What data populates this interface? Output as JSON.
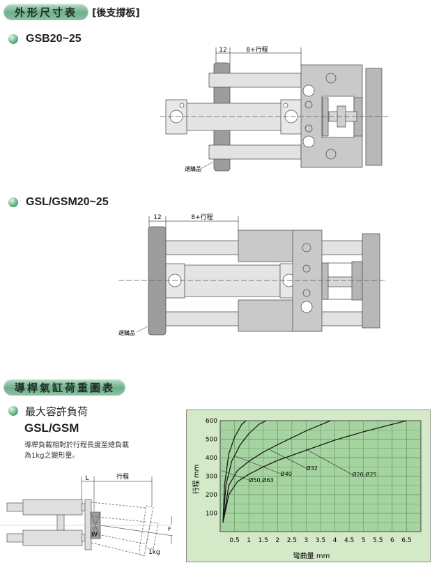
{
  "section1": {
    "title": "外形尺寸表",
    "subtitle": "[後支撐板]"
  },
  "model1": {
    "name": "GSB20~25",
    "dim_a": "12",
    "dim_b": "8+行程",
    "option_label": "選購品"
  },
  "model2": {
    "name": "GSL/GSM20~25",
    "dim_a": "12",
    "dim_b": "8+行程",
    "option_label": "選購品"
  },
  "section2": {
    "title": "導桿氣缸荷重圖表"
  },
  "load": {
    "heading": "最大容許負荷",
    "model": "GSL/GSM",
    "desc_line1": "導桿負載相對於行程長度至總負載",
    "desc_line2": "為1kg之變形量。"
  },
  "diagram": {
    "label_l": "L",
    "label_stroke": "行程",
    "label_w": "W",
    "label_f": "F",
    "label_load": "1kg"
  },
  "chart_data": {
    "type": "line",
    "xlabel": "彎曲量 mm",
    "ylabel": "行程 mm",
    "xlim": [
      0,
      7
    ],
    "ylim": [
      0,
      600
    ],
    "xticks": [
      "0.5",
      "1",
      "1.5",
      "2",
      "2.5",
      "3",
      "3.5",
      "4",
      "4.5",
      "5",
      "5.5",
      "6",
      "6.5"
    ],
    "yticks": [
      "100",
      "200",
      "300",
      "400",
      "500",
      "600"
    ],
    "grid": true,
    "series": [
      {
        "name": "Ø20,Ø25",
        "points": [
          [
            0.1,
            50
          ],
          [
            0.3,
            200
          ],
          [
            0.6,
            270
          ],
          [
            1,
            310
          ],
          [
            1.5,
            350
          ],
          [
            2,
            385
          ],
          [
            3,
            440
          ],
          [
            4,
            495
          ],
          [
            5,
            540
          ],
          [
            6,
            580
          ],
          [
            6.5,
            600
          ]
        ]
      },
      {
        "name": "Ø32",
        "points": [
          [
            0.1,
            50
          ],
          [
            0.3,
            250
          ],
          [
            0.6,
            330
          ],
          [
            1,
            380
          ],
          [
            1.5,
            430
          ],
          [
            2,
            470
          ],
          [
            3,
            545
          ],
          [
            3.85,
            600
          ]
        ]
      },
      {
        "name": "Ø40",
        "points": [
          [
            0.1,
            50
          ],
          [
            0.2,
            250
          ],
          [
            0.4,
            380
          ],
          [
            0.7,
            470
          ],
          [
            1,
            530
          ],
          [
            1.35,
            580
          ],
          [
            1.6,
            600
          ]
        ]
      },
      {
        "name": "Ø50,Ø63",
        "points": [
          [
            0.1,
            50
          ],
          [
            0.15,
            250
          ],
          [
            0.3,
            420
          ],
          [
            0.5,
            510
          ],
          [
            0.75,
            580
          ],
          [
            0.9,
            600
          ]
        ]
      }
    ],
    "colors": {
      "plot_bg": "#a6d4a0",
      "frame_bg": "#d3e9c8",
      "grid": "#5d8f5a",
      "line": "#1a1a1a"
    }
  }
}
